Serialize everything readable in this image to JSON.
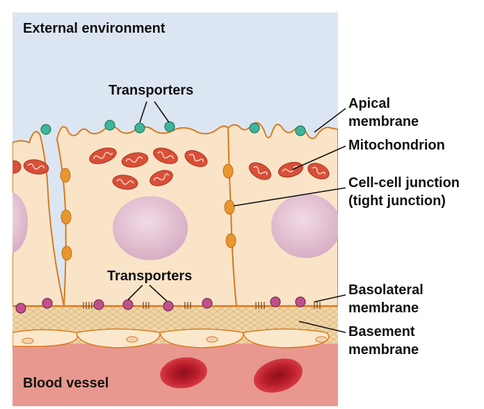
{
  "labels": {
    "external_environment": "External environment",
    "transporters_top": "Transporters",
    "transporters_bottom": "Transporters",
    "apical_line1": "Apical",
    "apical_line2": "membrane",
    "mitochondrion": "Mitochondrion",
    "junction_line1": "Cell-cell junction",
    "junction_line2": "(tight junction)",
    "basolateral_line1": "Basolateral",
    "basolateral_line2": "membrane",
    "basement_line1": "Basement",
    "basement_line2": "membrane",
    "blood_vessel": "Blood vessel"
  },
  "colors": {
    "external": "#dce6f2",
    "cell": "#f9e4c8",
    "membrane": "#d97a1f",
    "nucleus": "#e8c6d6",
    "mitochondrion": "#d94f38",
    "apical_transporter": "#3fb59a",
    "basal_transporter": "#c0508a",
    "basement": "#f0d6a8",
    "blood_vessel": "#e8988e",
    "red_blood_cell": "#c8242e"
  }
}
